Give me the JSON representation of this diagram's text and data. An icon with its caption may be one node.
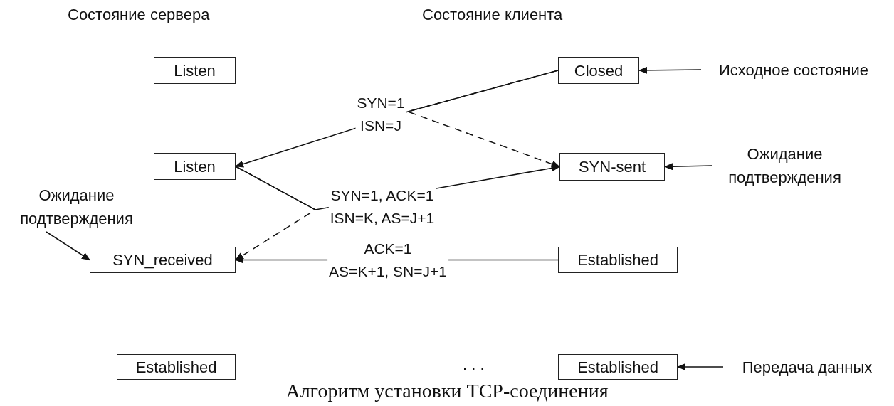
{
  "diagram": {
    "caption": "Алгоритм установки TCP-соединения",
    "nodes": [
      {
        "text": [
          "Listen"
        ]
      },
      {
        "text": [
          "Closed"
        ]
      },
      {
        "text": [
          "Listen"
        ]
      },
      {
        "text": [
          "SYN-sent"
        ]
      },
      {
        "text": [
          "SYN_received"
        ]
      },
      {
        "text": [
          "Established"
        ]
      },
      {
        "text": [
          "Established"
        ]
      },
      {
        "text": [
          "Established"
        ]
      },
      {
        "text": [
          "Исходное состояние"
        ]
      },
      {
        "text": [
          "Ожидание подтверждения"
        ]
      },
      {
        "text": [
          "Ожидание подтверждения"
        ]
      },
      {
        "text": [
          "Передача данных"
        ]
      }
    ],
    "edges": [
      {
        "from": 1,
        "to": 2,
        "arrow": "to",
        "label": "SYN=1 ISN=J"
      },
      {
        "from": 1,
        "to": 3,
        "arrow": "to",
        "style": "dashed"
      },
      {
        "from": 2,
        "to": 3,
        "arrow": "to",
        "label": "SYN=1, ACK=1 ISN=K, AS=J+1"
      },
      {
        "from": 2,
        "to": 4,
        "arrow": "to",
        "style": "dashed"
      },
      {
        "from": 5,
        "to": 4,
        "arrow": "to",
        "label": "ACK=1 AS=K+1, SN=J+1"
      },
      {
        "from": 8,
        "to": 1,
        "arrow": "to"
      },
      {
        "from": 9,
        "to": 3,
        "arrow": "to"
      },
      {
        "from": 10,
        "to": 4,
        "arrow": "to"
      },
      {
        "from": 11,
        "to": 7,
        "arrow": "to"
      }
    ],
    "labels": [
      "Состояние сервера",
      "Состояние клиента",
      ". . ."
    ]
  }
}
